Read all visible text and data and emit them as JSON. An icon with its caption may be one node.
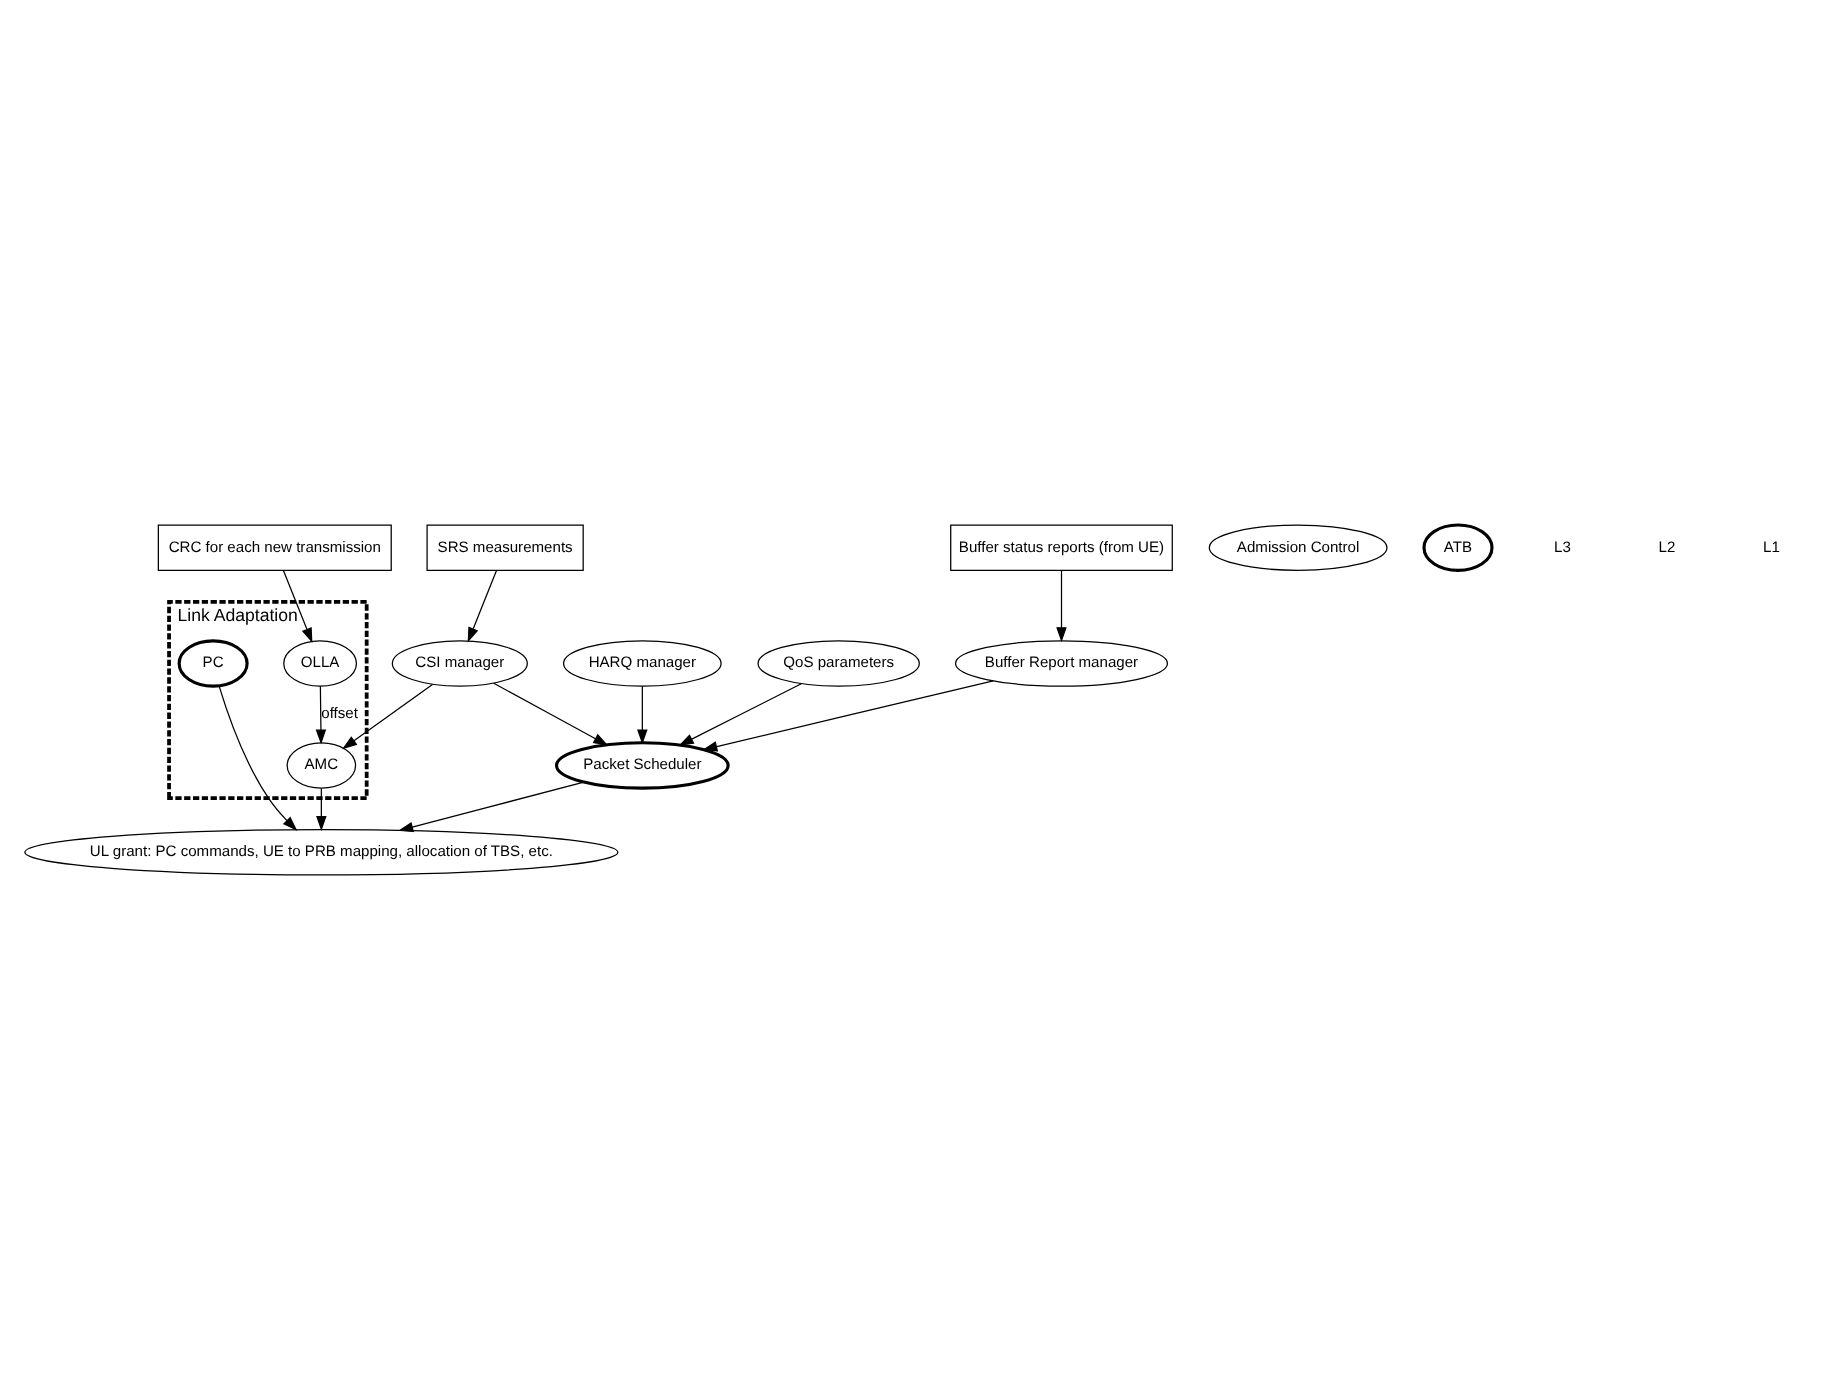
{
  "diagram": {
    "nodes": [
      {
        "text": [
          "QoS parameters"
        ]
      },
      {
        "text": [
          "Admission Control"
        ]
      },
      {
        "text": [
          "Buffer status reports (from UE)"
        ]
      },
      {
        "text": [
          "CRC for each new transmission"
        ]
      },
      {
        "text": [
          "Link Adaptation"
        ]
      },
      {
        "text": [
          "OLLA"
        ],
        "in": 4
      },
      {
        "text": [
          "CSI manager"
        ]
      },
      {
        "text": [
          "Buffer Report manager"
        ]
      },
      {
        "text": [
          "AMC"
        ],
        "in": 4
      },
      {
        "text": [
          "HARQ manager"
        ]
      },
      {
        "text": [
          "Packet Scheduler"
        ]
      },
      {
        "text": [
          "ATB"
        ]
      },
      {
        "text": [
          "PC"
        ],
        "in": 4
      },
      {
        "text": [
          "SRS measurements"
        ]
      },
      {
        "text": [
          "UL grant: PC commands, UE to PRB mapping, allocation of TBS, etc."
        ]
      }
    ],
    "edges": [
      {
        "from": 0,
        "to": 10,
        "arrow": "to"
      },
      {
        "from": 2,
        "to": 7,
        "arrow": "to"
      },
      {
        "from": 3,
        "to": 5,
        "arrow": "to"
      },
      {
        "from": 5,
        "to": 8,
        "arrow": "to",
        "label": "offset"
      },
      {
        "from": 13,
        "to": 6,
        "arrow": "to"
      },
      {
        "from": 7,
        "to": 10,
        "arrow": "to"
      },
      {
        "from": 6,
        "to": 10,
        "arrow": "to"
      },
      {
        "from": 6,
        "to": 8,
        "arrow": "to"
      },
      {
        "from": 9,
        "to": 10,
        "arrow": "to"
      },
      {
        "from": 8,
        "to": 14,
        "arrow": "to"
      },
      {
        "from": 10,
        "to": 14,
        "arrow": "to"
      },
      {
        "from": 12,
        "to": 14,
        "arrow": "to"
      }
    ],
    "labels": [
      "L3",
      "L2",
      "L1"
    ]
  }
}
